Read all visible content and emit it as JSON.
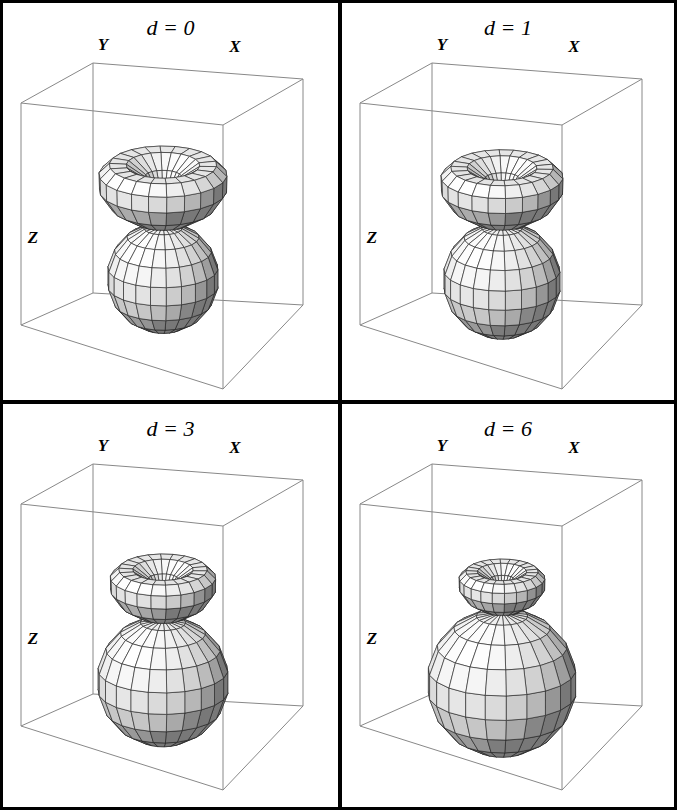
{
  "diagram": {
    "nodes": [
      {
        "text": [
          "d = 0"
        ]
      },
      {
        "text": [
          "d = 1"
        ]
      },
      {
        "text": [
          "d = 3"
        ]
      },
      {
        "text": [
          "d = 6"
        ]
      }
    ],
    "labels": [
      "Y",
      "X",
      "Z",
      "Y",
      "X",
      "Z",
      "Y",
      "X",
      "Z",
      "Y",
      "X",
      "Z"
    ]
  }
}
